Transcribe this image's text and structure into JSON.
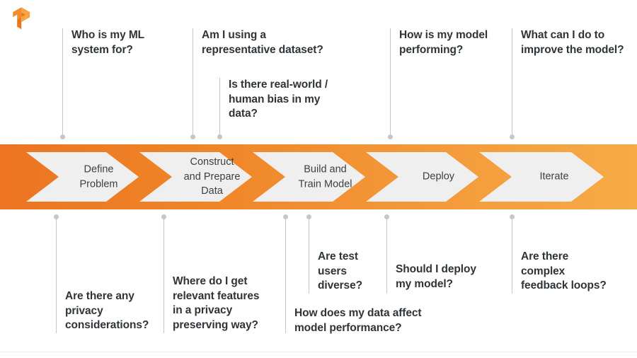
{
  "brand": {
    "logo_name": "tensorflow-logo",
    "logo_colors": [
      "#ef8e2a",
      "#f5a623",
      "#e8761d"
    ]
  },
  "colors": {
    "band_start": "#ec7422",
    "band_end": "#f6ab46",
    "chevron_fill": "#efefef",
    "text": "#2f3439",
    "stage_text": "#3c4043",
    "connector": "#c4c7c9"
  },
  "pipeline": {
    "stages": [
      {
        "id": "define-problem",
        "label": "Define\nProblem"
      },
      {
        "id": "construct-prepare-data",
        "label": "Construct\nand Prepare\nData"
      },
      {
        "id": "build-train-model",
        "label": "Build and\nTrain Model"
      },
      {
        "id": "deploy",
        "label": "Deploy"
      },
      {
        "id": "iterate",
        "label": "Iterate"
      }
    ]
  },
  "questions_above": [
    {
      "id": "q-who-is-ml-system-for",
      "text": "Who is my ML\nsystem for?"
    },
    {
      "id": "q-representative-dataset",
      "text": "Am I using a\nrepresentative dataset?"
    },
    {
      "id": "q-real-world-human-bias",
      "text": "Is there real-world /\nhuman bias in my\ndata?"
    },
    {
      "id": "q-model-performing",
      "text": "How is my model\nperforming?"
    },
    {
      "id": "q-improve-the-model",
      "text": "What can I do to\nimprove the model?"
    }
  ],
  "questions_below": [
    {
      "id": "q-privacy-considerations",
      "text": "Are there any\nprivacy\nconsiderations?"
    },
    {
      "id": "q-relevant-features-privacy",
      "text": "Where do I get\nrelevant features\nin a privacy\npreserving way?"
    },
    {
      "id": "q-data-affect-performance",
      "text": "How does my data affect\nmodel performance?"
    },
    {
      "id": "q-test-users-diverse",
      "text": "Are test\nusers\ndiverse?"
    },
    {
      "id": "q-should-i-deploy",
      "text": "Should I deploy\nmy model?"
    },
    {
      "id": "q-complex-feedback-loops",
      "text": "Are there\ncomplex\nfeedback loops?"
    }
  ]
}
